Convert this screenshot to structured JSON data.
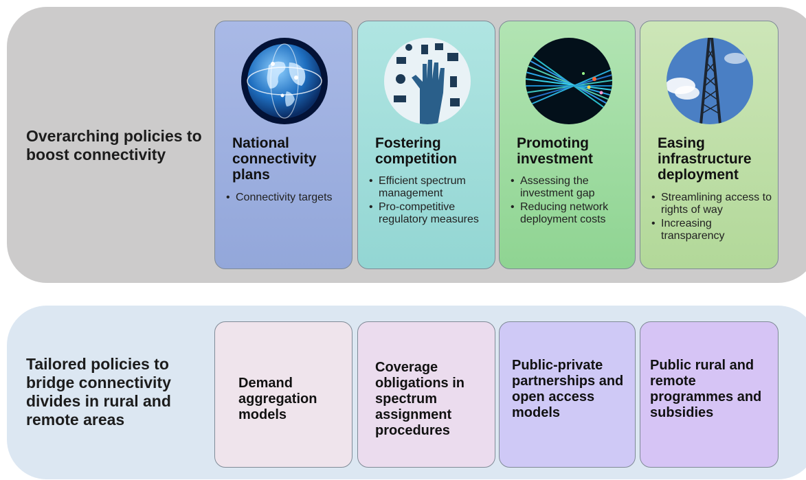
{
  "top_section": {
    "title": "Overarching policies to boost connectivity",
    "cards": [
      {
        "image": "globe-icon",
        "title": "National connectivity plans",
        "bullets": [
          "Connectivity targets"
        ],
        "color": "#a3b2df"
      },
      {
        "image": "connected-devices-hand-icon",
        "title": "Fostering competition",
        "bullets": [
          "Efficient spectrum management",
          "Pro-competitive regulatory measures"
        ],
        "color": "#a8dfdc"
      },
      {
        "image": "fiber-optic-icon",
        "title": "Promoting investment",
        "bullets": [
          "Assessing the investment gap",
          "Reducing network deployment costs"
        ],
        "color": "#a6dea7"
      },
      {
        "image": "telecom-tower-icon",
        "title": "Easing infrastructure deployment",
        "bullets": [
          "Streamlining access to rights of way",
          "Increasing transparency"
        ],
        "color": "#c4e0ae"
      }
    ]
  },
  "bottom_section": {
    "title": "Tailored policies to bridge connectivity divides in rural and remote areas",
    "cards": [
      {
        "title": "Demand aggregation models",
        "color": "#efe4ec"
      },
      {
        "title": "Coverage obligations in spectrum assignment procedures",
        "color": "#ebdcee"
      },
      {
        "title": "Public-private partnerships and open access models",
        "color": "#cfc9f6"
      },
      {
        "title": "Public rural and remote programmes and subsidies",
        "color": "#d6c4f5"
      }
    ]
  }
}
